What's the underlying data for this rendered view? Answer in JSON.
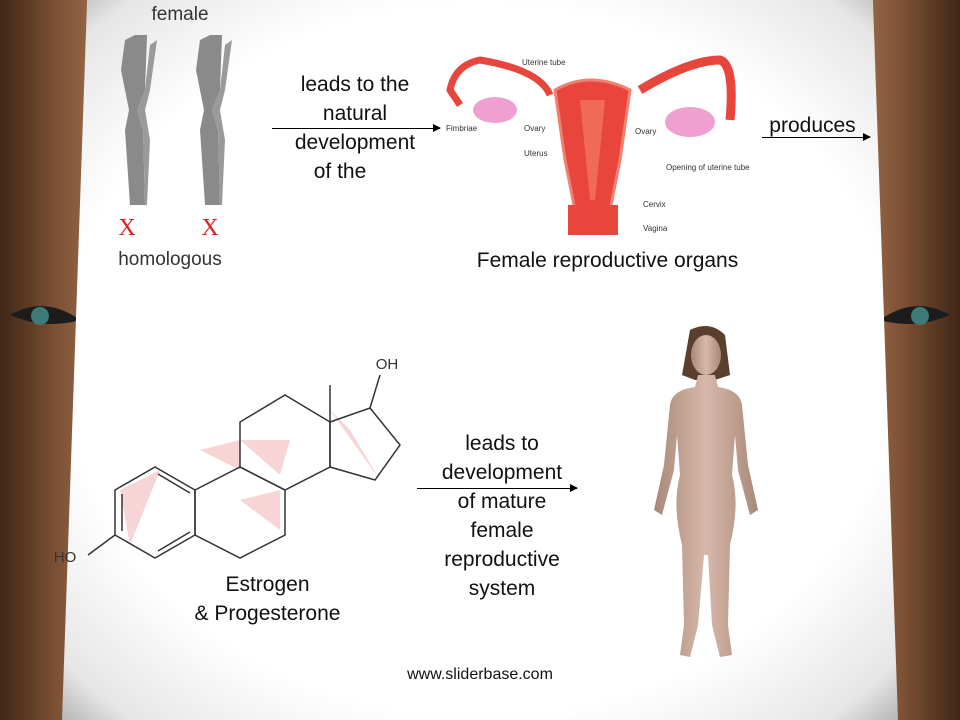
{
  "chromosomes": {
    "title": "female",
    "labels": [
      "X",
      "X"
    ],
    "caption": "homologous"
  },
  "arrow1_text": [
    "leads to the",
    "natural",
    "development",
    "of the"
  ],
  "organs": {
    "caption": "Female reproductive organs",
    "labels": {
      "uterine_tube": "Uterine tube",
      "fimbriae": "Fimbriae",
      "ovary_left": "Ovary",
      "ovary_right": "Ovary",
      "uterus": "Uterus",
      "opening": "Opening of uterine tube",
      "cervix": "Cervix",
      "vagina": "Vagina"
    }
  },
  "produces": "produces",
  "hormone": {
    "oh": "OH",
    "ho": "HO",
    "caption_line1": "Estrogen",
    "caption_line2": "& Progesterone"
  },
  "arrow2_text": [
    "leads to",
    "development",
    "of mature",
    "female",
    "reproductive",
    "system"
  ],
  "footer": "www.sliderbase.com",
  "colors": {
    "chromosome": "#8a8a8a",
    "x_label": "#e02020",
    "organ": "#e8463c",
    "ovary": "#f0a0d0",
    "ring_fill": "#f7d4d6",
    "skin": "#c9a99a"
  }
}
